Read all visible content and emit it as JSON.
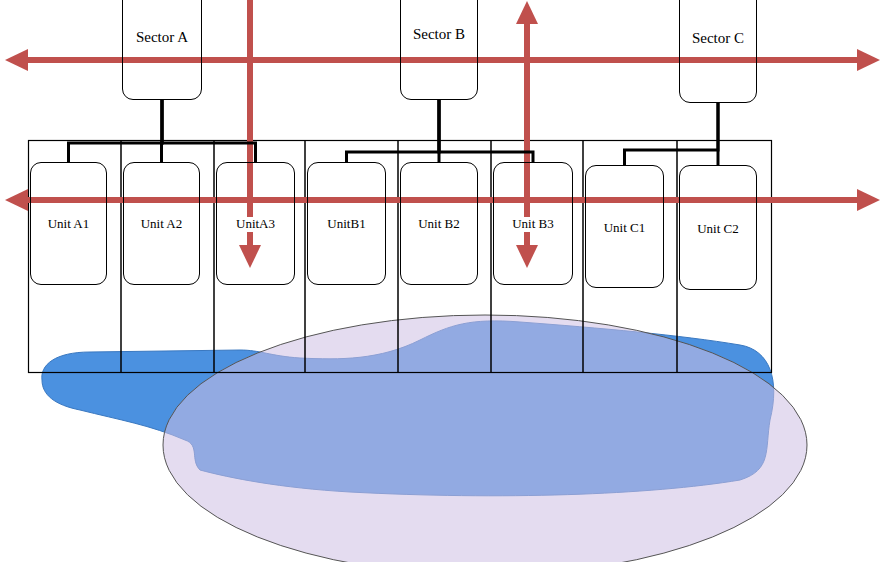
{
  "diagram": {
    "nodes": [
      {
        "text": [
          "Sector A"
        ]
      },
      {
        "text": [
          "Sector B"
        ]
      },
      {
        "text": [
          "Sector C"
        ]
      },
      {
        "text": [
          "Unit A1"
        ]
      },
      {
        "text": [
          "Unit A2"
        ]
      },
      {
        "text": [
          "UnitA3"
        ]
      },
      {
        "text": [
          "UnitB1"
        ]
      },
      {
        "text": [
          "Unit B2"
        ]
      },
      {
        "text": [
          "Unit B3"
        ]
      },
      {
        "text": [
          "Unit C1"
        ]
      },
      {
        "text": [
          "Unit C2"
        ]
      }
    ],
    "edges": [
      {
        "from": 0,
        "to": 3,
        "arrow": "none"
      },
      {
        "from": 0,
        "to": 4,
        "arrow": "none"
      },
      {
        "from": 0,
        "to": 5,
        "arrow": "none"
      },
      {
        "from": 1,
        "to": 6,
        "arrow": "none"
      },
      {
        "from": 1,
        "to": 7,
        "arrow": "none"
      },
      {
        "from": 1,
        "to": 8,
        "arrow": "none"
      },
      {
        "from": 2,
        "to": 9,
        "arrow": "none"
      },
      {
        "from": 2,
        "to": 10,
        "arrow": "none"
      }
    ]
  }
}
